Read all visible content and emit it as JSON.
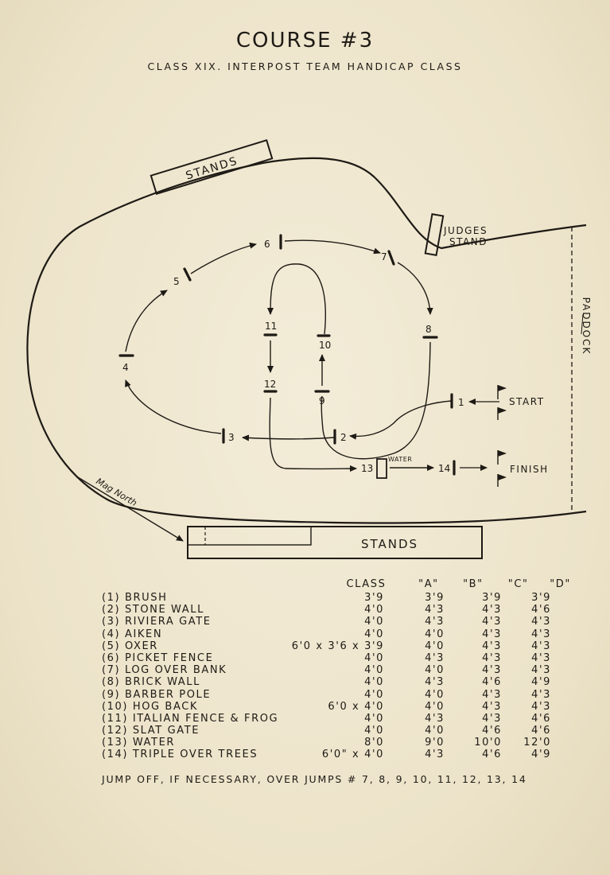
{
  "header": {
    "title": "COURSE #3",
    "subtitle": "CLASS XIX. INTERPOST TEAM HANDICAP CLASS"
  },
  "diagram": {
    "labels": {
      "stands_top": "STANDS",
      "stands_bottom": "STANDS",
      "judges_line1": "JUDGES",
      "judges_line2": "STAND",
      "paddock": "PADDOCK",
      "start": "START",
      "finish": "FINISH",
      "water": "WATER",
      "mag_north": "Mag North"
    },
    "jump_numbers": {
      "j1": "1",
      "j2": "2",
      "j3": "3",
      "j4": "4",
      "j5": "5",
      "j6": "6",
      "j7": "7",
      "j8": "8",
      "j9": "9",
      "j10": "10",
      "j11": "11",
      "j12": "12",
      "j13": "13",
      "j14": "14"
    }
  },
  "jump_table": {
    "header": {
      "class_label": "CLASS",
      "a": "\"A\"",
      "b": "\"B\"",
      "c": "\"C\"",
      "d": "\"D\""
    },
    "rows": [
      {
        "name": "(1) BRUSH",
        "a": "3'9",
        "b": "3'9",
        "c": "3'9",
        "d": "3'9"
      },
      {
        "name": "(2) STONE WALL",
        "a": "4'0",
        "b": "4'3",
        "c": "4'3",
        "d": "4'6"
      },
      {
        "name": "(3) RIVIERA GATE",
        "a": "4'0",
        "b": "4'3",
        "c": "4'3",
        "d": "4'3"
      },
      {
        "name": "(4) AIKEN",
        "a": "4'0",
        "b": "4'0",
        "c": "4'3",
        "d": "4'3"
      },
      {
        "name": "(5) OXER",
        "a": "6'0 x 3'6 x 3'9",
        "b": "4'0",
        "c": "4'3",
        "d": "4'3"
      },
      {
        "name": "(6) PICKET FENCE",
        "a": "4'0",
        "b": "4'3",
        "c": "4'3",
        "d": "4'3"
      },
      {
        "name": "(7) LOG OVER BANK",
        "a": "4'0",
        "b": "4'0",
        "c": "4'3",
        "d": "4'3"
      },
      {
        "name": "(8) BRICK WALL",
        "a": "4'0",
        "b": "4'3",
        "c": "4'6",
        "d": "4'9"
      },
      {
        "name": "(9) BARBER POLE",
        "a": "4'0",
        "b": "4'0",
        "c": "4'3",
        "d": "4'3"
      },
      {
        "name": "(10) HOG BACK",
        "a": "6'0 x 4'0",
        "b": "4'0",
        "c": "4'3",
        "d": "4'3"
      },
      {
        "name": "(11) ITALIAN FENCE & FROG",
        "a": "4'0",
        "b": "4'3",
        "c": "4'3",
        "d": "4'6"
      },
      {
        "name": "(12) SLAT GATE",
        "a": "4'0",
        "b": "4'0",
        "c": "4'6",
        "d": "4'6"
      },
      {
        "name": "(13) WATER",
        "a": "8'0",
        "b": "9'0",
        "c": "10'0",
        "d": "12'0"
      },
      {
        "name": "(14) TRIPLE OVER TREES",
        "a": "6'0\" x 4'0",
        "b": "4'3",
        "c": "4'6",
        "d": "4'9"
      }
    ]
  },
  "footnote": "JUMP OFF, IF NECESSARY, OVER JUMPS # 7, 8, 9, 10, 11, 12, 13, 14",
  "colors": {
    "paper": "#efe7d0",
    "ink": "#1e1a15"
  }
}
